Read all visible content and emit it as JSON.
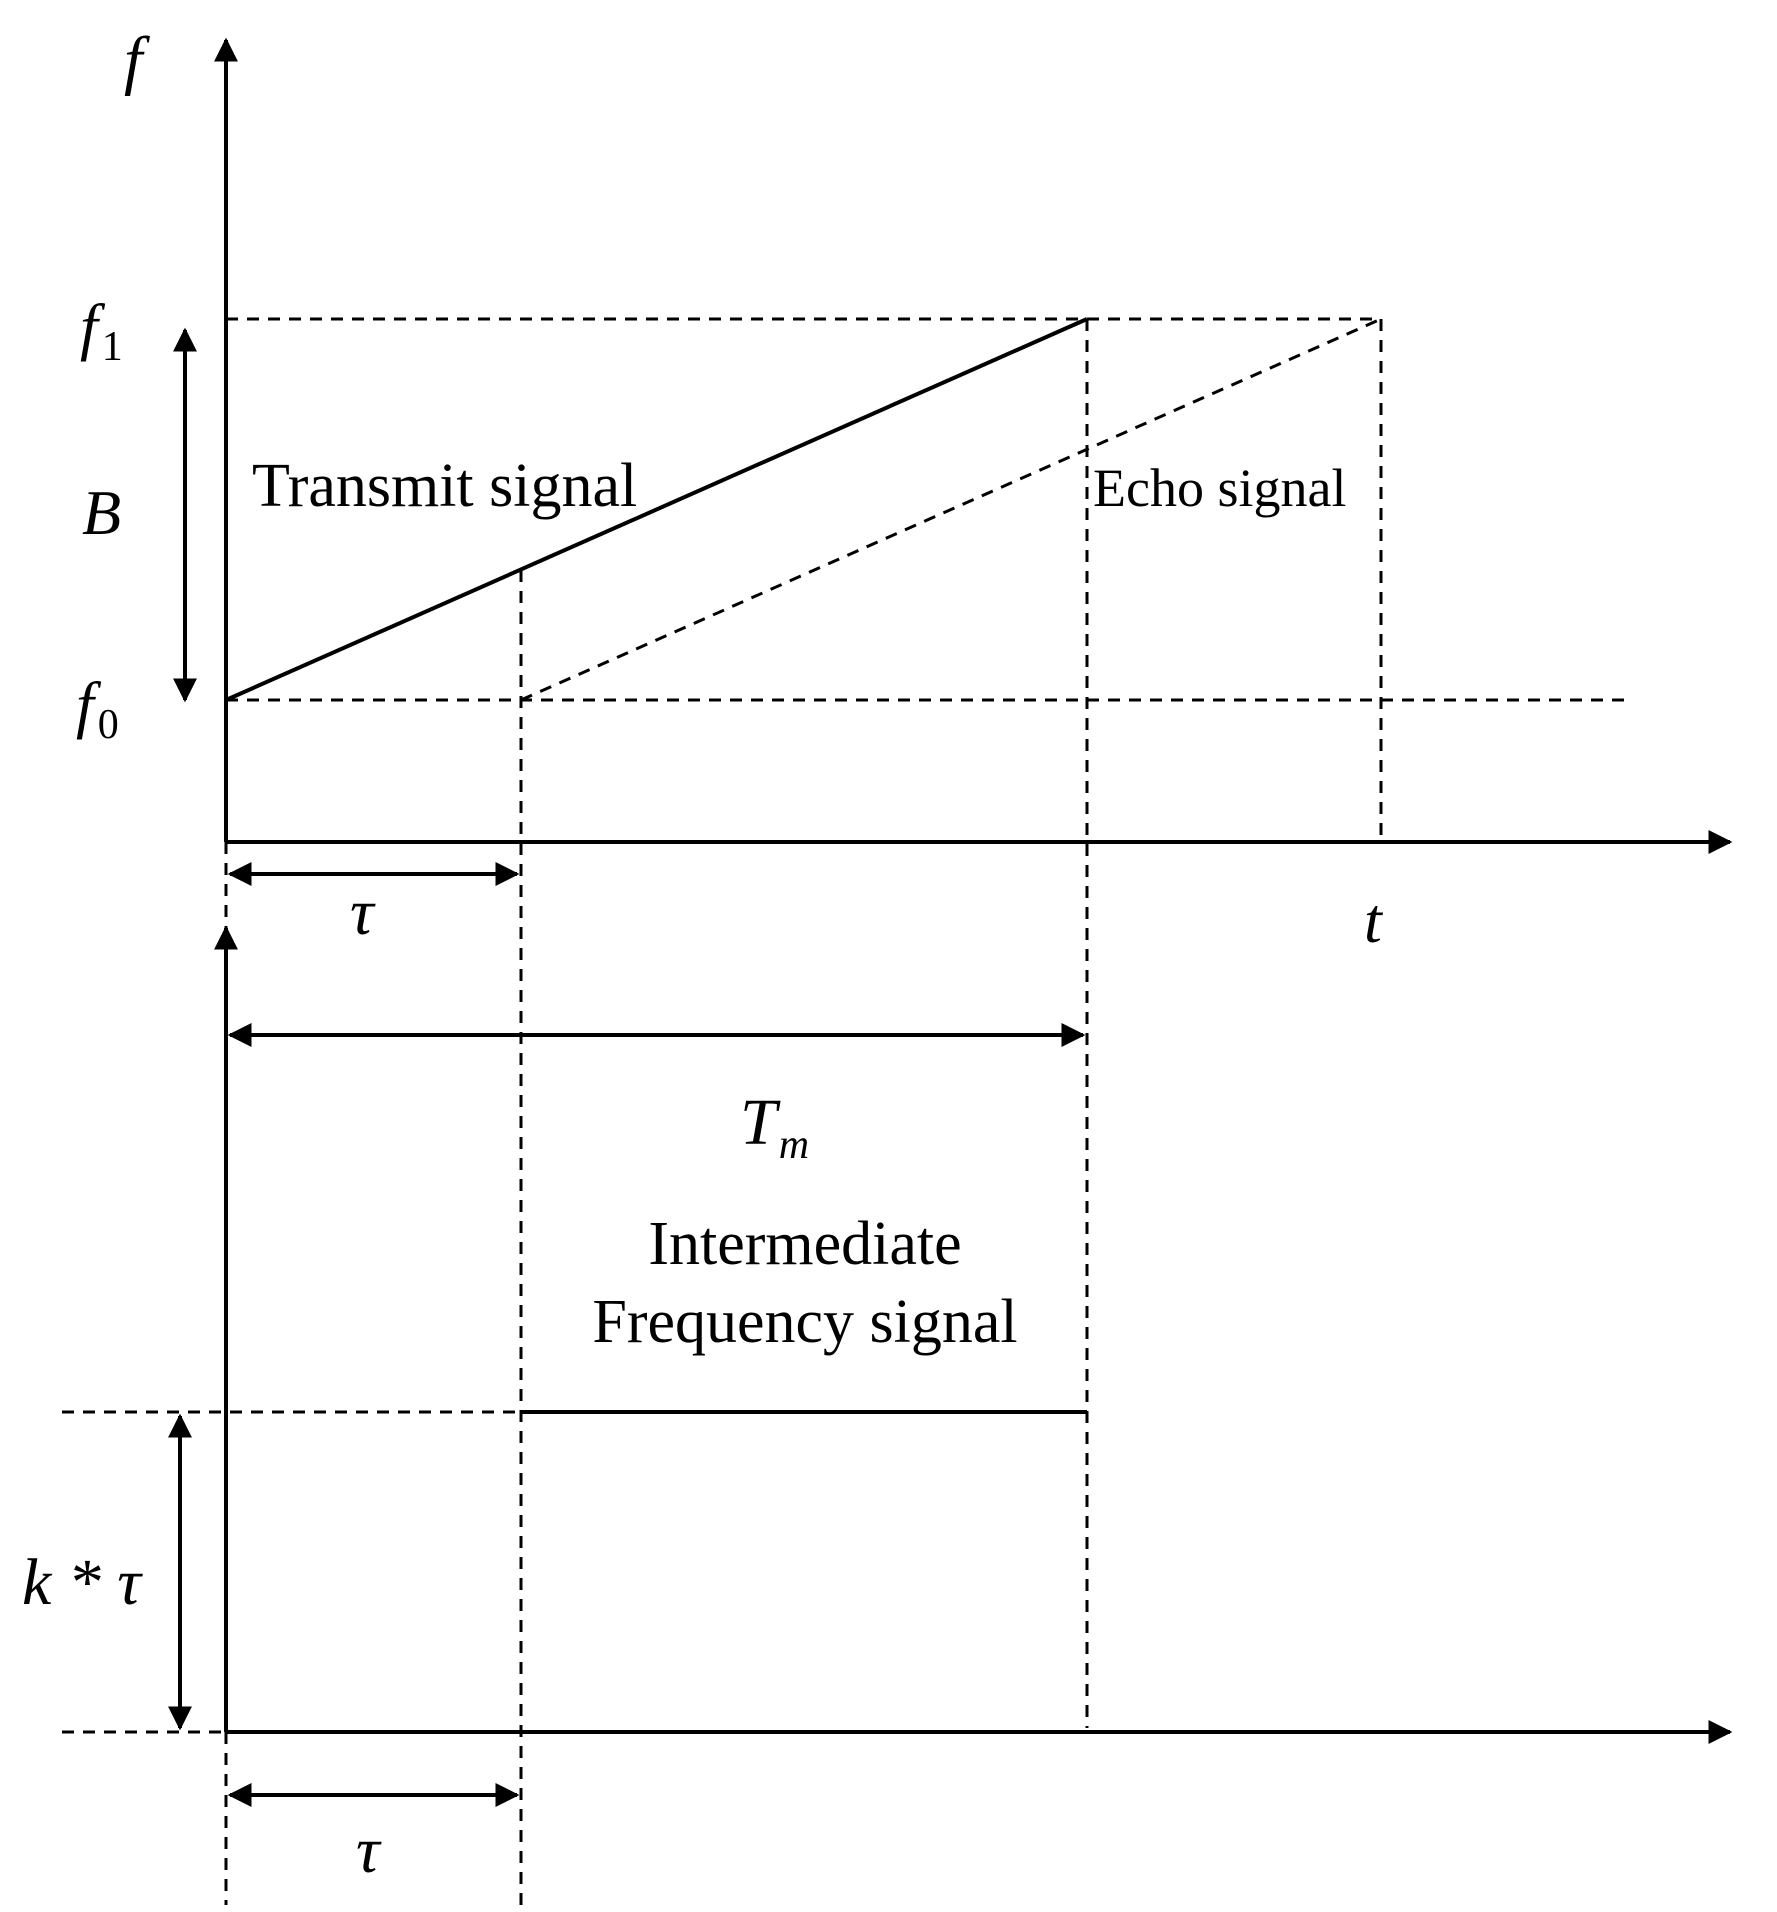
{
  "labels": {
    "f": "f",
    "f1": {
      "base": "f",
      "sub": "1"
    },
    "f0": {
      "base": "f",
      "sub": "0"
    },
    "B": "B",
    "transmit": "Transmit signal",
    "echo": "Echo signal",
    "t": "t",
    "tau_top": "τ",
    "tm": {
      "base": "T",
      "sub": "m"
    },
    "if_line1": "Intermediate",
    "if_line2": "Frequency signal",
    "k_tau": "k * τ",
    "tau_bottom": "τ"
  },
  "colors": {
    "line": "#000000",
    "background": "#ffffff"
  }
}
